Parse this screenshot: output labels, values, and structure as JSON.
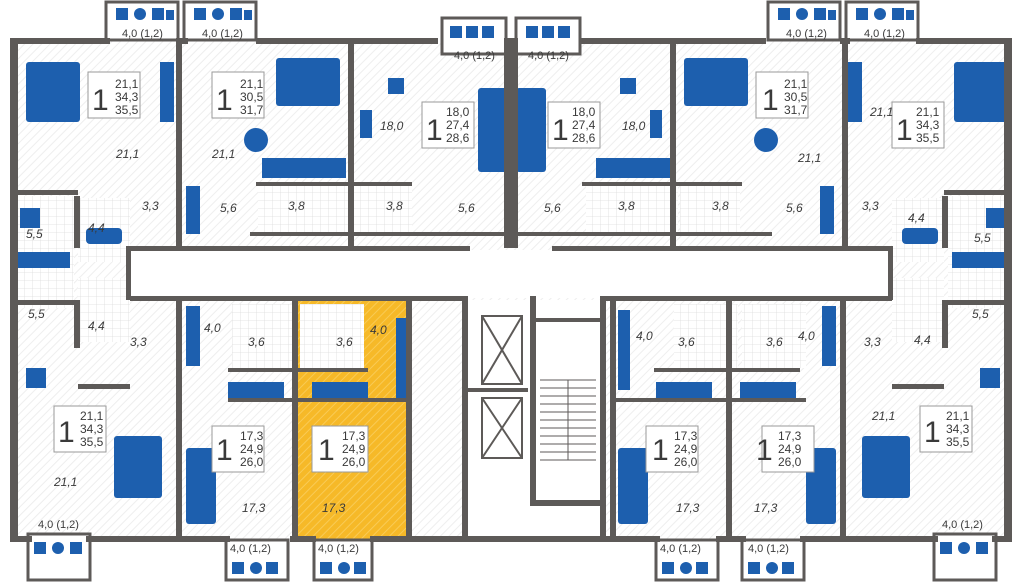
{
  "colors": {
    "wall": "#5d5a58",
    "furniture": "#1d5fae",
    "highlight": "#f6b928",
    "tile": "#e6e6e6"
  },
  "units": [
    {
      "id": "u1",
      "rooms": "1",
      "areas": [
        "21,1",
        "34,3",
        "35,5"
      ],
      "living": "21,1",
      "kitchen": "3,3",
      "bath": "4,4",
      "hall": "5,5",
      "balcony": "4,0 (1,2)"
    },
    {
      "id": "u2",
      "rooms": "1",
      "areas": [
        "21,1",
        "30,5",
        "31,7"
      ],
      "living": "21,1",
      "kitchen": "5,6",
      "bath": "3,8",
      "balcony": "4,0 (1,2)"
    },
    {
      "id": "u3",
      "rooms": "1",
      "areas": [
        "18,0",
        "27,4",
        "28,6"
      ],
      "living": "18,0",
      "kitchen": "5,6",
      "bath": "3,8",
      "balcony": "4,0 (1,2)"
    },
    {
      "id": "u4",
      "rooms": "1",
      "areas": [
        "18,0",
        "27,4",
        "28,6"
      ],
      "living": "18,0",
      "kitchen": "5,6",
      "bath": "3,8",
      "balcony": "4,0 (1,2)"
    },
    {
      "id": "u5",
      "rooms": "1",
      "areas": [
        "21,1",
        "30,5",
        "31,7"
      ],
      "living": "21,1",
      "kitchen": "5,6",
      "bath": "3,8",
      "balcony": "4,0 (1,2)"
    },
    {
      "id": "u6",
      "rooms": "1",
      "areas": [
        "21,1",
        "34,3",
        "35,5"
      ],
      "living": "21,1",
      "kitchen": "3,3",
      "bath": "4,4",
      "hall": "5,5",
      "balcony": "4,0 (1,2)"
    },
    {
      "id": "u7",
      "rooms": "1",
      "areas": [
        "21,1",
        "34,3",
        "35,5"
      ],
      "living": "21,1",
      "kitchen": "3,3",
      "bath": "4,4",
      "hall": "5,5",
      "balcony": "4,0 (1,2)"
    },
    {
      "id": "u8",
      "rooms": "1",
      "areas": [
        "17,3",
        "24,9",
        "26,0"
      ],
      "living": "17,3",
      "kitchen": "4,0",
      "bath": "3,6",
      "balcony": "4,0 (1,2)"
    },
    {
      "id": "u9",
      "rooms": "1",
      "areas": [
        "17,3",
        "24,9",
        "26,0"
      ],
      "living": "17,3",
      "kitchen": "4,0",
      "bath": "3,6",
      "balcony": "4,0 (1,2)",
      "highlighted": true
    },
    {
      "id": "u10",
      "rooms": "1",
      "areas": [
        "17,3",
        "24,9",
        "26,0"
      ],
      "living": "17,3",
      "kitchen": "4,0",
      "bath": "3,6",
      "balcony": "4,0 (1,2)"
    },
    {
      "id": "u11",
      "rooms": "1",
      "areas": [
        "17,3",
        "24,9",
        "26,0"
      ],
      "living": "17,3",
      "kitchen": "4,0",
      "bath": "3,6",
      "balcony": "4,0 (1,2)"
    },
    {
      "id": "u12",
      "rooms": "1",
      "areas": [
        "21,1",
        "34,3",
        "35,5"
      ],
      "living": "21,1",
      "kitchen": "3,3",
      "bath": "4,4",
      "hall": "5,5",
      "balcony": "4,0 (1,2)"
    }
  ]
}
